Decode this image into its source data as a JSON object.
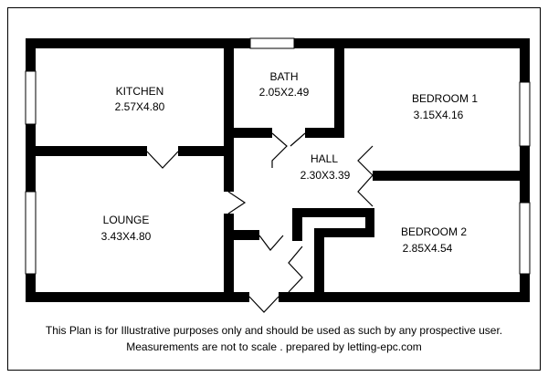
{
  "rooms": {
    "kitchen": {
      "name": "KITCHEN",
      "size": "2.57X4.80"
    },
    "bath": {
      "name": "BATH",
      "size": "2.05X2.49"
    },
    "bedroom1": {
      "name": "BEDROOM 1",
      "size": "3.15X4.16"
    },
    "hall": {
      "name": "HALL",
      "size": "2.30X3.39"
    },
    "lounge": {
      "name": "LOUNGE",
      "size": "3.43X4.80"
    },
    "bedroom2": {
      "name": "BEDROOM 2",
      "size": "2.85X4.54"
    }
  },
  "disclaimer": {
    "line1": "This Plan is for Illustrative purposes only and should be used as such by any prospective user.",
    "line2": "Measurements are not to scale . prepared by  letting-epc.com"
  },
  "colors": {
    "wall": "#000000",
    "background": "#ffffff",
    "window": "#ffffff"
  }
}
